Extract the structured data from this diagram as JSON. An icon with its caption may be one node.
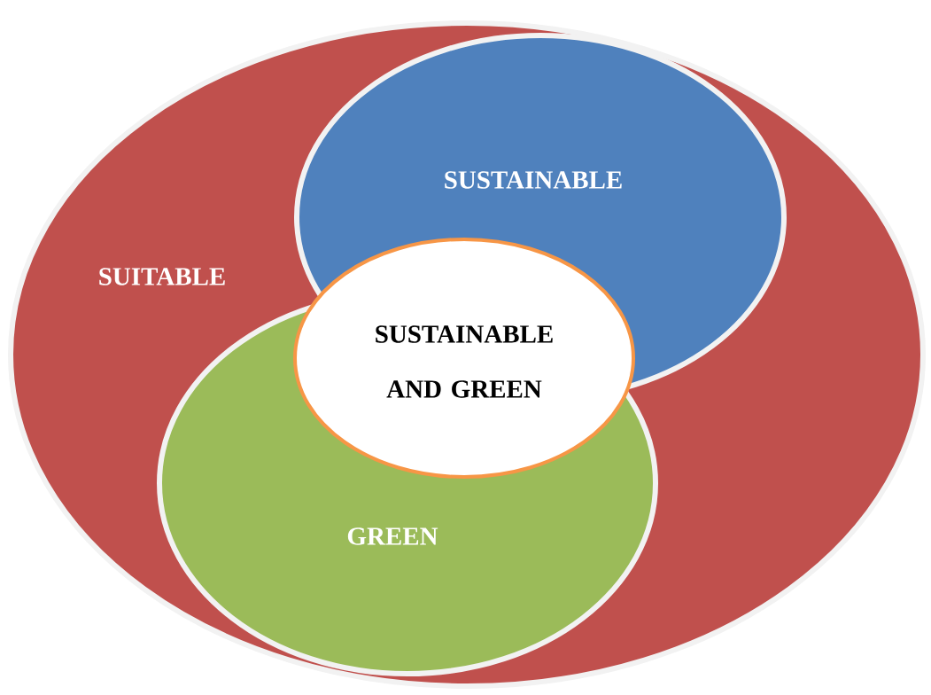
{
  "diagram": {
    "nodes": [
      {
        "text": [
          "SUITABLE"
        ]
      },
      {
        "text": [
          "SUSTAINABLE"
        ],
        "in": 0
      },
      {
        "text": [
          "GREEN"
        ],
        "in": 0
      },
      {
        "text": [
          "SUSTAINABLE AND GREEN"
        ],
        "in": 0
      }
    ]
  }
}
